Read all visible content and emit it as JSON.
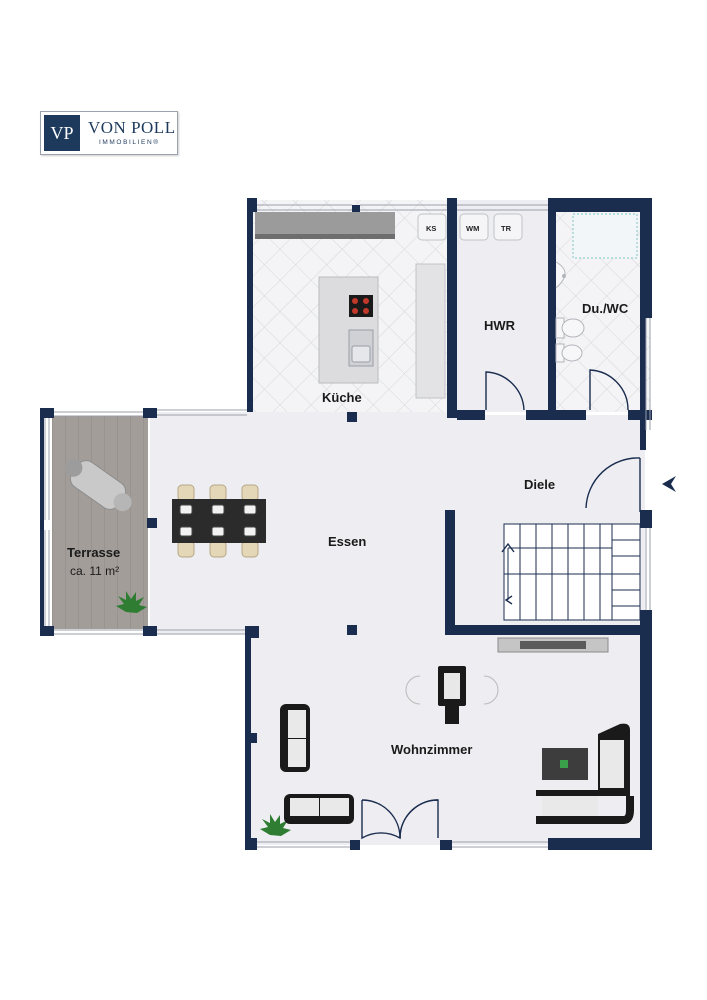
{
  "brand": {
    "mark": "VP",
    "name": "VON POLL",
    "sub": "IMMOBILIEN®"
  },
  "rooms": {
    "kueche": "Küche",
    "hwr": "HWR",
    "duwc": "Du./WC",
    "diele": "Diele",
    "essen": "Essen",
    "wohnzimmer": "Wohnzimmer",
    "terrasse": "Terrasse",
    "terrasse_area": "ca. 11 m²"
  },
  "appliances": {
    "ks": "KS",
    "wm": "WM",
    "tr": "TR"
  },
  "colors": {
    "wall": "#1b2d4f",
    "floor": "#eeeef2",
    "tile": "#d6d7db",
    "deck": "#a09a96",
    "entrance_arrow": "#1b2d4f"
  },
  "icons": [
    "entrance-arrow-icon",
    "plant-icon",
    "stove-icon",
    "sink-icon",
    "toilet-icon",
    "shower-icon"
  ]
}
